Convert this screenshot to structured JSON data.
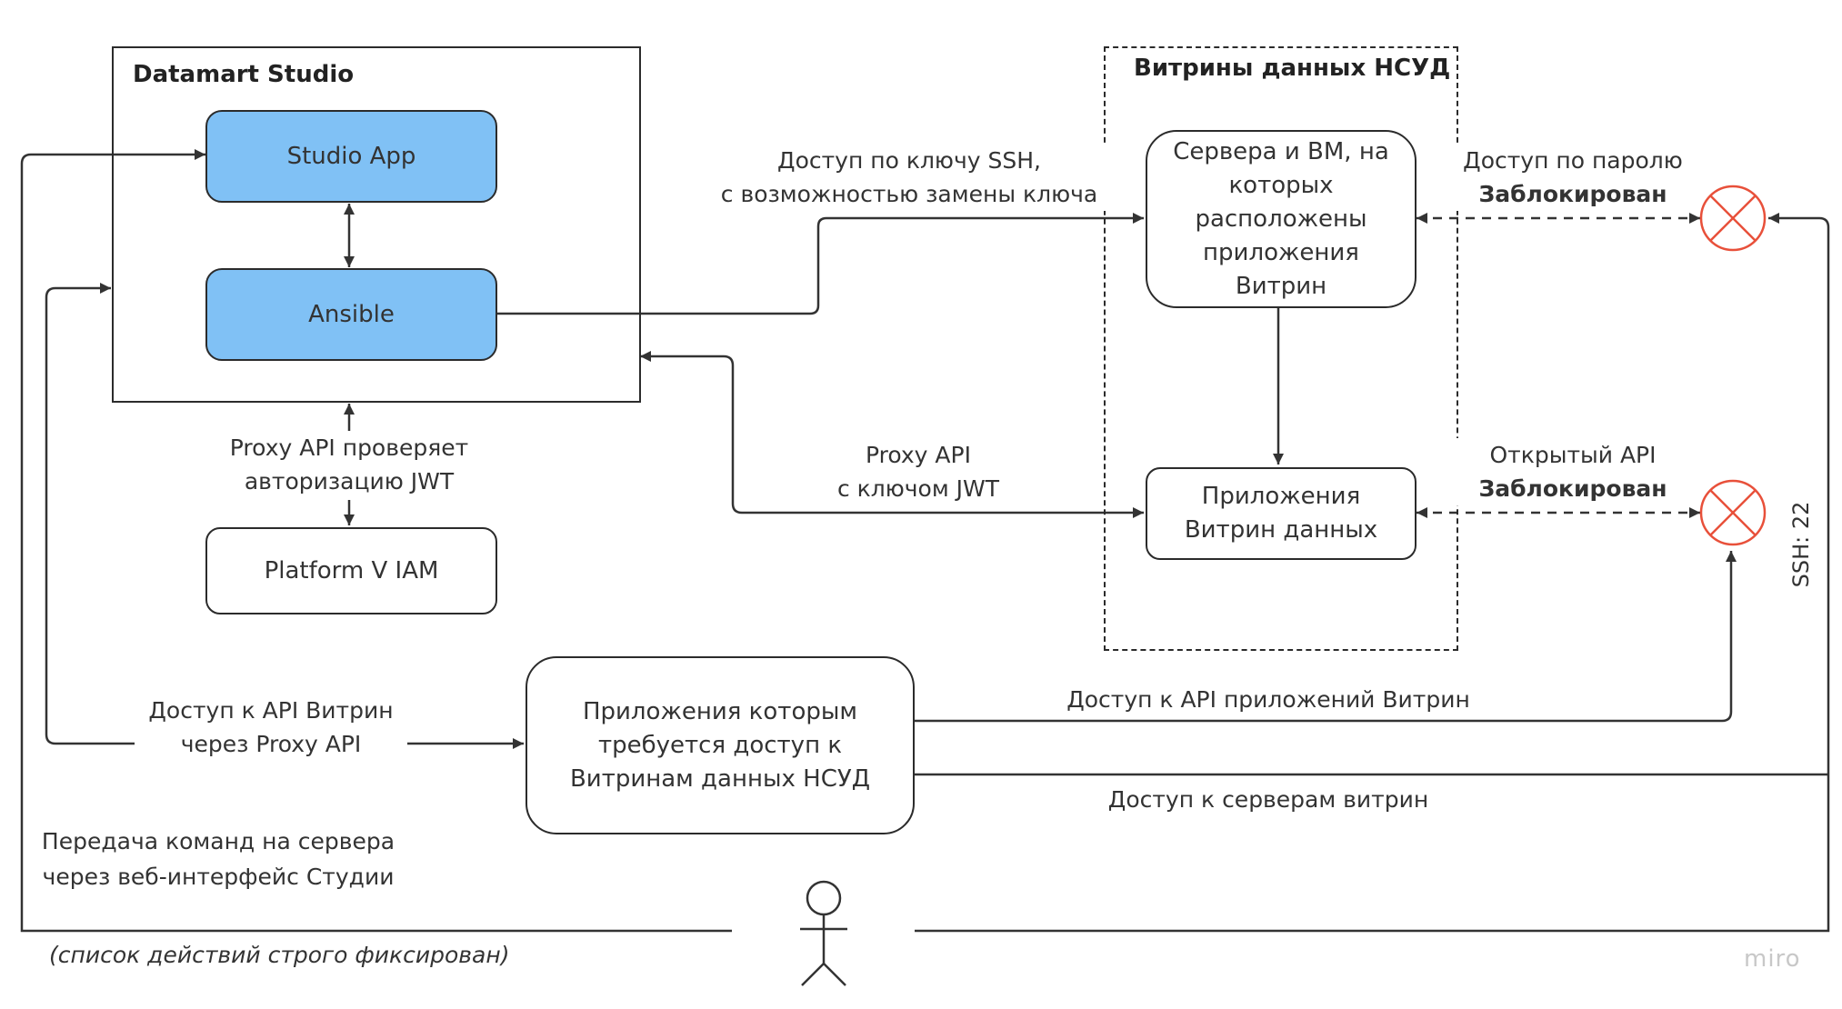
{
  "groups": {
    "studio_title": "Datamart Studio",
    "vitriny_title": "Витрины данных НСУД"
  },
  "nodes": {
    "studio_app": "Studio App",
    "ansible": "Ansible",
    "iam": "Platform V IAM",
    "servers": "Сервера и ВМ, на которых расположены приложения Витрин",
    "apps_vitrin": "Приложения Витрин данных",
    "client_apps": "Приложения которым требуется доступ к Витринам данных НСУД"
  },
  "labels": {
    "ssh_access_1": "Доступ по ключу SSH,",
    "ssh_access_2": "с возможностью замены ключа",
    "proxy_jwt_1": "Proxy API",
    "proxy_jwt_2": "с ключом JWT",
    "proxy_check_1": "Proxy API проверяет",
    "proxy_check_2": "авторизацию JWT",
    "password_access": "Доступ по паролю",
    "blocked_1": "Заблокирован",
    "open_api": "Открытый API",
    "blocked_2": "Заблокирован",
    "api_via_proxy_1": "Доступ к API Витрин",
    "api_via_proxy_2": "через Proxy API",
    "api_apps_access": "Доступ к API приложений Витрин",
    "servers_access": "Доступ к серверам витрин",
    "commands_1": "Передача команд на сервера",
    "commands_2": "через веб-интерфейс Студии",
    "commands_note": "(список действий строго фиксирован)",
    "ssh_port": "SSH: 22"
  },
  "icons": {
    "blocked_marker": "blocked-circle-x-icon",
    "user": "user-stick-figure-icon"
  },
  "colors": {
    "blue_fill": "#80c1f5",
    "blocked_red": "#e8503a",
    "line": "#333333"
  },
  "watermark": "miro"
}
